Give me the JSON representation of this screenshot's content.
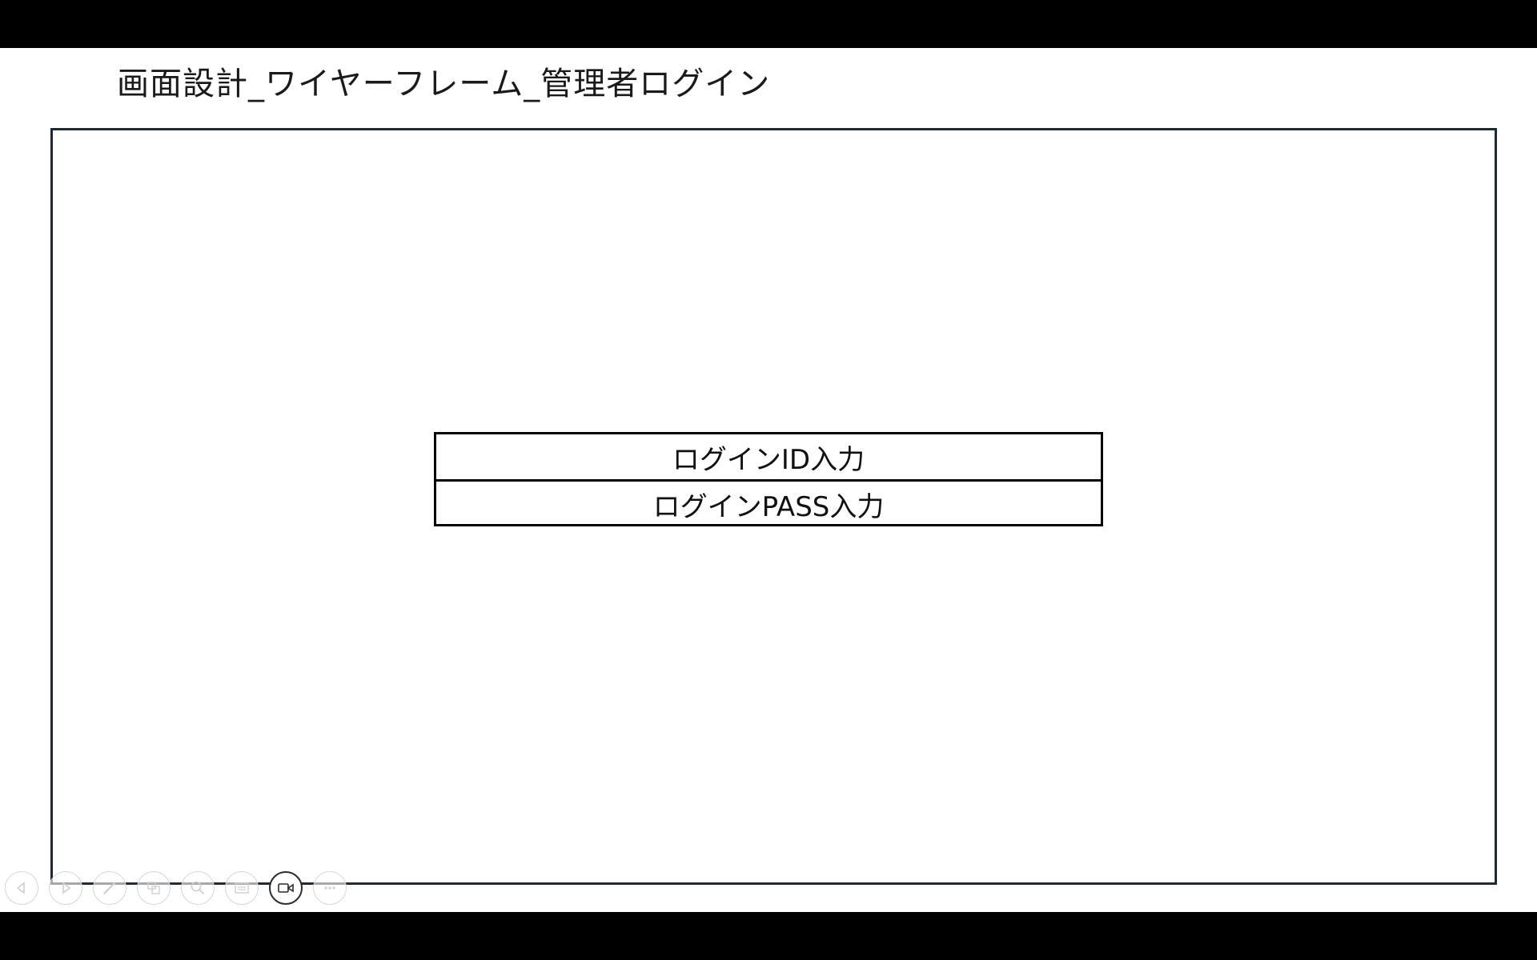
{
  "slide": {
    "title": "画面設計_ワイヤーフレーム_管理者ログイン"
  },
  "login_form": {
    "id_field_label": "ログインID入力",
    "pass_field_label": "ログインPASS入力"
  },
  "toolbar": {
    "buttons": [
      {
        "icon": "previous-icon",
        "active": false
      },
      {
        "icon": "next-icon",
        "active": false
      },
      {
        "icon": "pen-icon",
        "active": false
      },
      {
        "icon": "slides-icon",
        "active": false
      },
      {
        "icon": "zoom-icon",
        "active": false
      },
      {
        "icon": "subtitles-icon",
        "active": false
      },
      {
        "icon": "camera-icon",
        "active": true
      },
      {
        "icon": "more-icon",
        "active": false
      }
    ]
  }
}
